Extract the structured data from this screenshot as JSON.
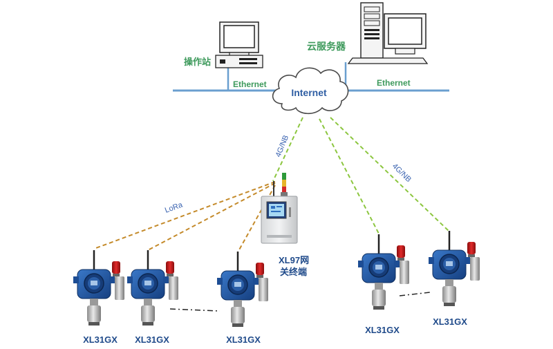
{
  "nodes": {
    "operator_station": "操作站",
    "cloud_server": "云服务器",
    "internet": "Internet",
    "gateway_line1": "XL97网",
    "gateway_line2": "关终端"
  },
  "links": {
    "ethernet_left": "Ethernet",
    "ethernet_right": "Ethernet",
    "cellular_left": "4G/NB",
    "cellular_right": "4G/NB",
    "lora": "LoRa"
  },
  "detectors": [
    "XL31GX",
    "XL31GX",
    "XL31GX",
    "XL31GX",
    "XL31GX"
  ],
  "colors": {
    "network_bus": "#6a9fcf",
    "cellular_link": "#8cc63f",
    "lora_link": "#c48a2a",
    "detector_blue": "#1f57a8",
    "label_green": "#3e9a5c",
    "label_blue": "#2f5ea3"
  }
}
